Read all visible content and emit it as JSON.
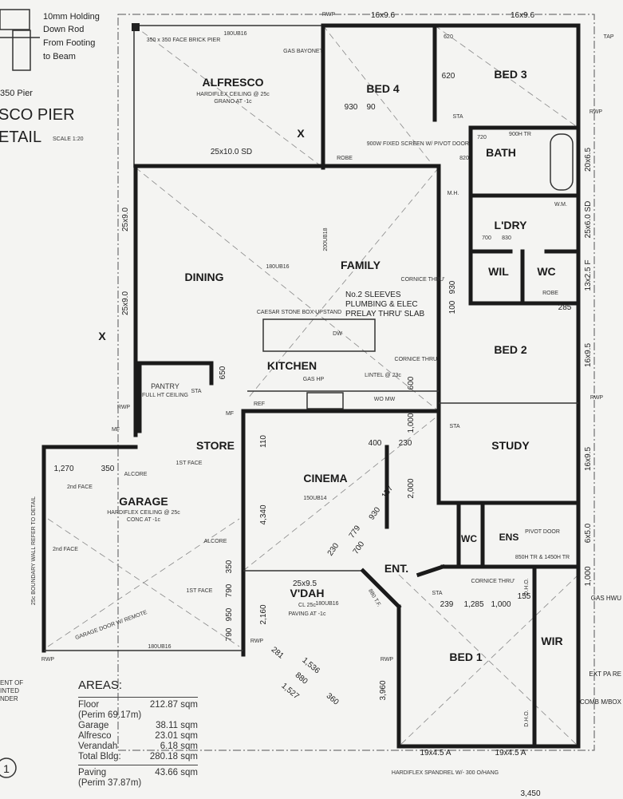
{
  "pier_detail": {
    "note": [
      "10mm Holding",
      "Down Rod",
      "From Footing",
      "to Beam"
    ],
    "pier": "350 Pier",
    "title_1": "SCO PIER",
    "title_2": "ETAIL",
    "scale": "SCALE 1:20"
  },
  "rooms": {
    "alfresco": "ALFRESCO",
    "alfresco_note_1": "HARDIFLEX CEILING @ 25c",
    "alfresco_note_2": "GRANO AT -1c",
    "bed4": "BED 4",
    "bed3": "BED 3",
    "bath": "BATH",
    "laundry": "L'DRY",
    "wil": "WIL",
    "wc": "WC",
    "dining": "DINING",
    "family": "FAMILY",
    "kitchen": "KITCHEN",
    "pantry": "PANTRY",
    "pantry_note": "FULL HT CEILING",
    "store": "STORE",
    "bed2": "BED 2",
    "study": "STUDY",
    "cinema": "CINEMA",
    "garage": "GARAGE",
    "garage_note_1": "HARDIFLEX CEILING @ 25c",
    "garage_note_2": "CONC AT -1c",
    "entry": "ENT.",
    "vdah": "V'DAH",
    "vdah_note_1": "CL 25c",
    "vdah_note_2": "PAVING AT -1c",
    "ens": "ENS",
    "wc2": "WC",
    "wir": "WIR",
    "bed1": "BED 1",
    "robe": "ROBE",
    "robe2": "ROBE"
  },
  "notes": {
    "brick_pier": "350 x 350 FACE BRICK PIER",
    "gas_bayonet": "GAS BAYONET",
    "beam_180": "180UB16",
    "beam_200": "200UB18",
    "beam_150": "150UB14",
    "window_alfresco": "25x10.0 SD",
    "window_bed4": "16x9.6",
    "window_bed3": "16x9.6",
    "window_dining_1": "25x9.0",
    "window_dining_2": "25x9.0",
    "window_bath": "20x6.5",
    "window_ldry": "25x6.0 SD",
    "window_wc": "13x2.5 F",
    "window_bed2": "16x9.5",
    "window_study": "16x9.5",
    "window_ens": "6x5.0",
    "window_vdah": "25x9.5",
    "window_bed1_1": "19x4.5 A",
    "window_bed1_2": "19x4.5 A",
    "shower_screen": "900W FIXED SCREEN W/ PIVOT DOOR",
    "mh": "M.H.",
    "tr_900": "900H TR",
    "wm": "W.M.",
    "caesar": "CAESAR STONE BOX UPSTAND",
    "sleeves": [
      "No.2 SLEEVES",
      "PLUMBING & ELEC",
      "PRELAY THRU' SLAB"
    ],
    "cornice_1": "CORNICE THRU'",
    "cornice_2": "CORNICE THRU'",
    "cornice_3": "CORNICE THRU'",
    "lintel": "LINTEL @ 23c",
    "gas_hp": "GAS HP",
    "ref": "REF",
    "wo_mw": "WO MW",
    "dw": "DW",
    "alcore_1": "ALCORE",
    "alcore_2": "ALCORE",
    "face_1": "1ST FACE",
    "face_2": "2nd FACE",
    "face_3": "2nd FACE",
    "face_4": "1ST FACE",
    "boundary": "25c BOUNDARY WALL REFER TO DETAIL",
    "garage_door": "GARAGE DOOR W/ REMOTE",
    "pivot_door": "PIVOT DOOR",
    "ens_tr": "850H TR & 1450H TR",
    "door_tf": "880 T.F.",
    "doh_1": "D.H.O.",
    "doh_2": "D.H.O.",
    "gas_hwu": "GAS HWU",
    "comb_box": "COMB M/BOX",
    "ext_tap": "EXT PA RE",
    "spandrel": "HARDIFLEX SPANDREL W/- 300 O/HANG",
    "rwp": "RWP",
    "mf": "MF",
    "sta": "STA",
    "tap": "TAP",
    "section_x": "X",
    "bottom_dim": "3,450",
    "legend_left": [
      "ENT OF",
      "INTED",
      "NDER"
    ],
    "circle_num": "1"
  },
  "dims": {
    "d930": "930",
    "d90": "90",
    "d620": "620",
    "d720": "720",
    "d820": "820",
    "d700": "700",
    "d830": "830",
    "d650": "650",
    "d1270": "1,270",
    "d350": "350",
    "d4340": "4,340",
    "d110": "110",
    "d400": "400",
    "d230": "230",
    "d1000": "1,000",
    "d2000": "2,000",
    "d157": "157",
    "d779": "779",
    "d930b": "930",
    "d700b": "700",
    "d2160": "2,160",
    "d3960": "3,960",
    "d239": "239",
    "d1285": "1,285",
    "d1000b": "1,000",
    "d155": "155",
    "d1536": "1,536",
    "d880": "880",
    "d1527": "1,527",
    "d281": "281",
    "d360": "360",
    "d790": "790",
    "d950": "950",
    "d100": "100",
    "d285": "285",
    "d600": "600"
  },
  "areas": {
    "title": "AREAS:",
    "rows": [
      {
        "label": "Floor",
        "value": "212.87 sqm"
      },
      {
        "label": "(Perim  69.17m)",
        "value": ""
      },
      {
        "label": "Garage",
        "value": "38.11 sqm"
      },
      {
        "label": "Alfresco",
        "value": "23.01 sqm"
      },
      {
        "label": "Verandah",
        "value": "6.18 sqm"
      },
      {
        "label": "Total Bldg:",
        "value": "280.18 sqm"
      }
    ],
    "paving": {
      "label": "Paving",
      "value": "43.66 sqm"
    },
    "paving_perim": "(Perim  37.87m)"
  }
}
